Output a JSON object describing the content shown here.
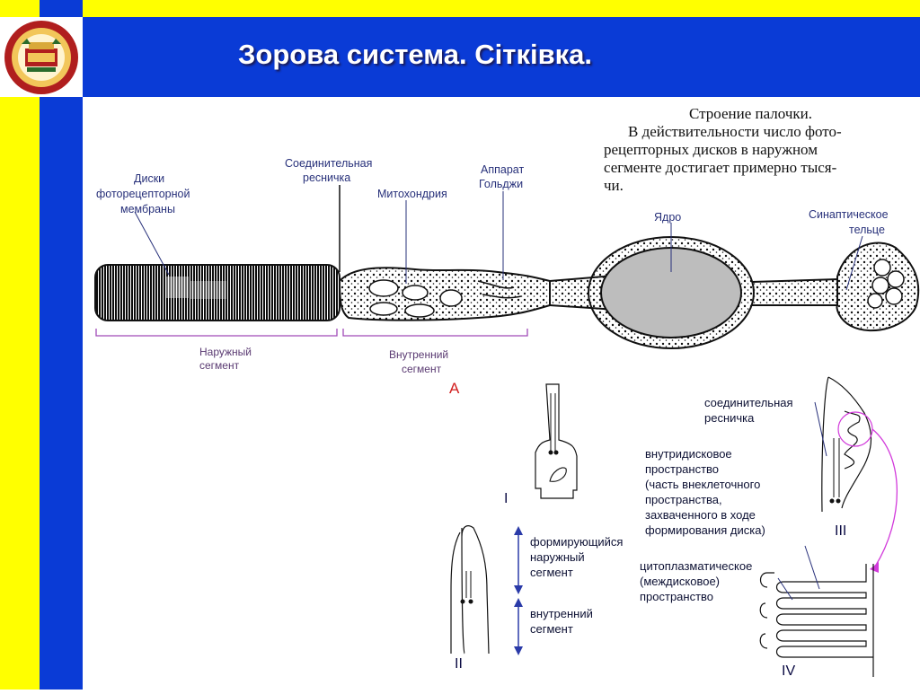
{
  "slide": {
    "title": "Зорова система. Сітківка."
  },
  "caption": {
    "lines": [
      "Строение палочки.",
      "В действительности число фото-",
      "рецепторных дисков в наружном",
      "сегменте достигает примерно тыся-",
      "чи."
    ]
  },
  "figure_a": {
    "label": "А",
    "discs_label": [
      "Диски",
      "фоторецепторной",
      "мембраны"
    ],
    "cilium_label": [
      "Соединительная",
      "ресничка"
    ],
    "mito_label": "Митохондрия",
    "golgi_label": [
      "Аппарат",
      "Гольджи"
    ],
    "nucleus_label": "Ядро",
    "synapse_label": [
      "Синаптическое",
      "тельце"
    ],
    "outer_segment_label": [
      "Наружный",
      "сегмент"
    ],
    "inner_segment_label": [
      "Внутренний",
      "сегмент"
    ]
  },
  "figure_b": {
    "stage_1": "I",
    "stage_2": "II",
    "stage_3": "III",
    "stage_4": "IV",
    "forming_label": [
      "формирующийся",
      "наружный",
      "сегмент"
    ],
    "inner_label": [
      "внутренний",
      "сегмент"
    ],
    "cilium_label": [
      "соединительная",
      "ресничка"
    ],
    "intradisc_label": [
      "внутридисковое",
      "пространство",
      "(часть внеклеточного",
      "пространства,",
      "захваченного в ходе",
      "формирования диска)"
    ],
    "cyto_label": [
      "цитоплазматическое",
      "(междисковое)",
      "пространство"
    ]
  },
  "colors": {
    "yellow": "#ffff00",
    "blue": "#0a3bd6",
    "label_blue": "#27307a",
    "magenta": "#d23adb"
  }
}
